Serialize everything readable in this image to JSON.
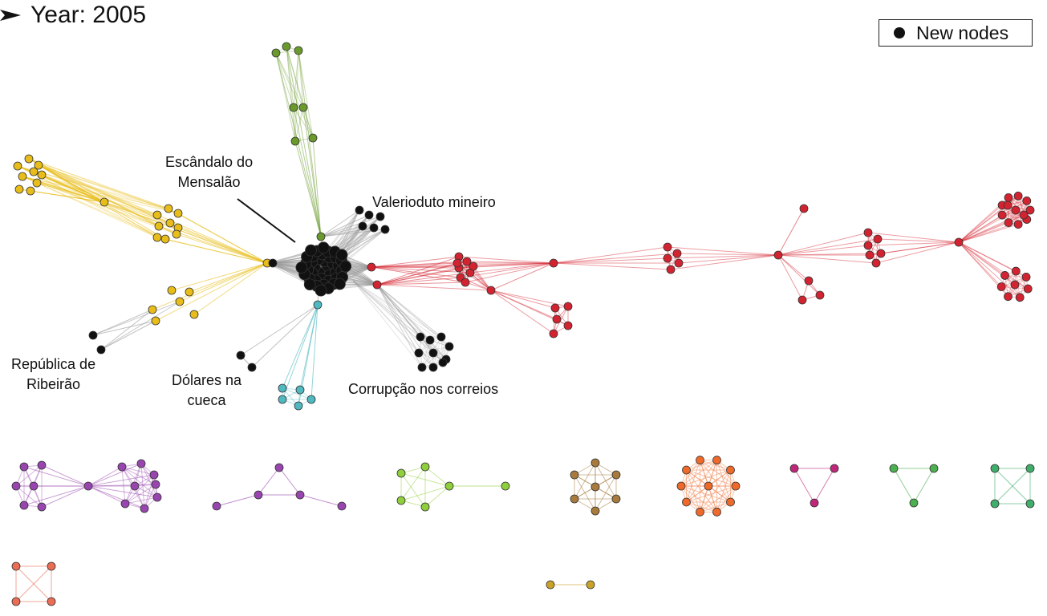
{
  "title": "Year: 2005",
  "legend": {
    "label": "New nodes",
    "color": "#111111"
  },
  "labels": {
    "mensalao": [
      "Escândalo do",
      "Mensalão"
    ],
    "valerioduto": "Valerioduto mineiro",
    "ribeirao": [
      "República de",
      "Ribeirão"
    ],
    "dolares": [
      "Dólares na",
      "cueca"
    ],
    "correios": "Corrupção nos correios"
  },
  "colors": {
    "yellow": "#e8bd1a",
    "olive": "#6a9a2c",
    "teal": "#4fb8c0",
    "red": "#d42330",
    "black": "#111111",
    "purple": "#9945b0",
    "lime": "#8fcf3c",
    "brown": "#a87a3c",
    "orange": "#ef6a2a",
    "magenta": "#c0267a",
    "green": "#4caf50",
    "seagreen": "#3fae6a",
    "salmon": "#ea6d55",
    "gold": "#c9a227",
    "gray": "#9a9a9a"
  }
}
